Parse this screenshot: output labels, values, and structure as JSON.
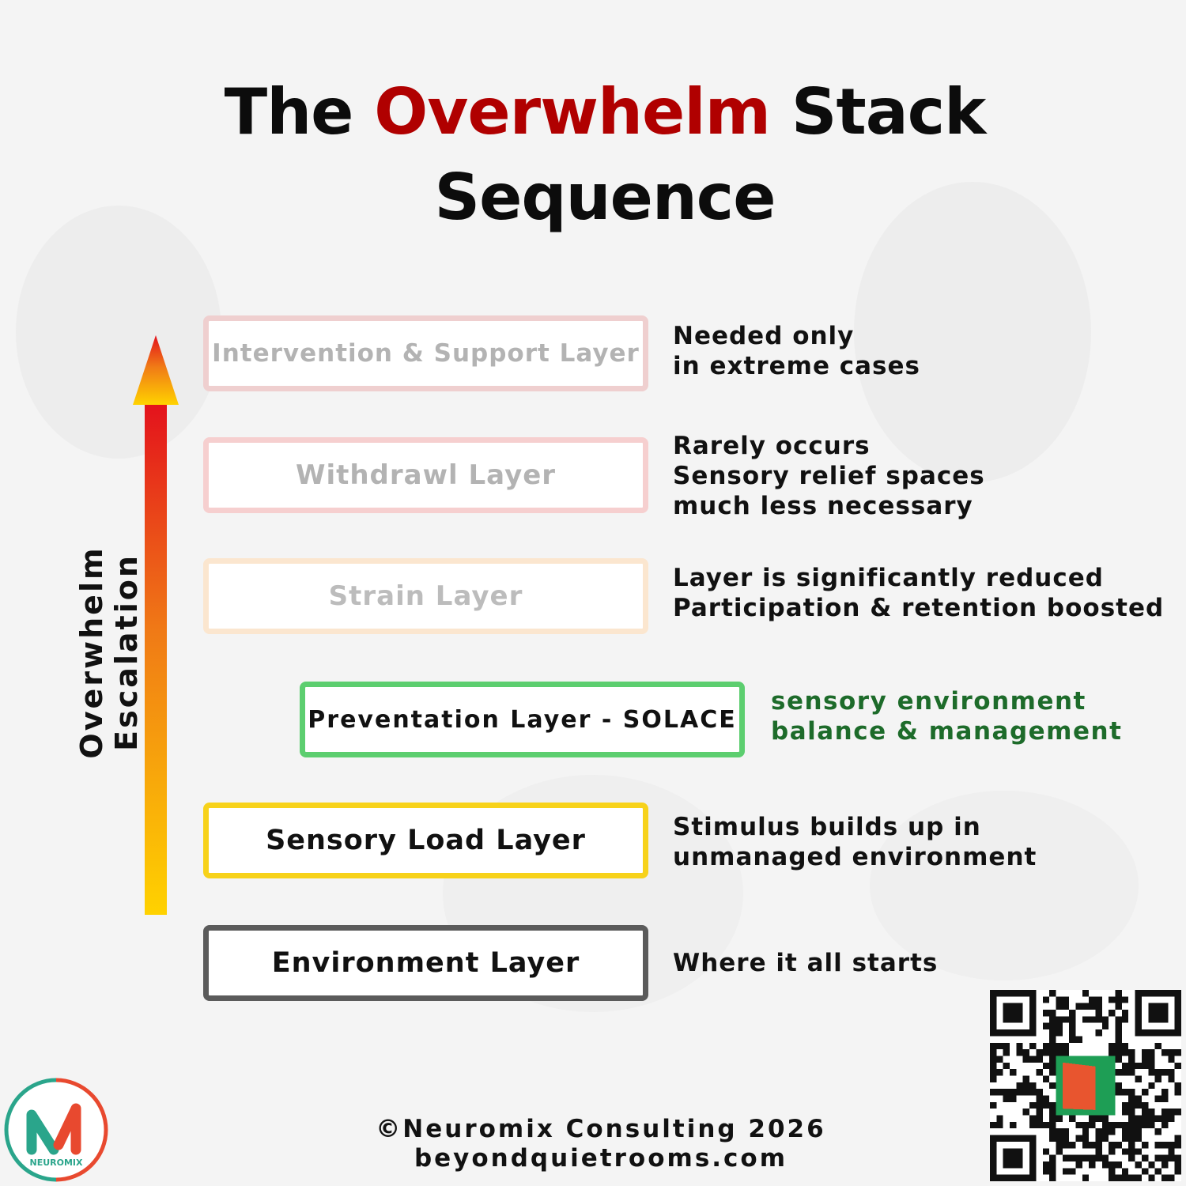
{
  "title": {
    "prefix": "The",
    "highlight": "Overwhelm",
    "suffix": "Stack",
    "line2": "Sequence"
  },
  "axis_label": {
    "line1": "Overwhelm",
    "line2": "Escalation"
  },
  "layers": [
    {
      "label": "Intervention & Support Layer",
      "border_color": "#efcfcf",
      "text_color": "#b3b3b3",
      "description": [
        "Needed only",
        "in extreme cases"
      ],
      "description_color": "#111111"
    },
    {
      "label": "Withdrawl Layer",
      "border_color": "#f6cfcf",
      "text_color": "#b3b3b3",
      "description": [
        "Rarely occurs",
        "Sensory relief spaces",
        "much less necessary"
      ],
      "description_color": "#111111"
    },
    {
      "label": "Strain Layer",
      "border_color": "#fbe6cf",
      "text_color": "#bcbcbc",
      "description": [
        "Layer is significantly reduced",
        "Participation & retention boosted"
      ],
      "description_color": "#111111"
    },
    {
      "label": "Preventation Layer - SOLACE",
      "border_color": "#5cce6f",
      "text_color": "#111111",
      "description": [
        "sensory environment",
        "balance & management"
      ],
      "description_color": "#1d6b2a"
    },
    {
      "label": "Sensory Load Layer",
      "border_color": "#f7d21a",
      "text_color": "#111111",
      "description": [
        "Stimulus builds up in",
        "unmanaged environment"
      ],
      "description_color": "#111111"
    },
    {
      "label": "Environment Layer",
      "border_color": "#5b5b5b",
      "text_color": "#111111",
      "description": [
        "Where it all starts"
      ],
      "description_color": "#111111"
    }
  ],
  "arrow_colors": {
    "top": "#e3101c",
    "middle": "#f07a16",
    "bottom": "#ffd200"
  },
  "footer": {
    "line1": "©Neuromix Consulting 2026",
    "line2": "beyondquietrooms.com"
  },
  "logo": {
    "text": "NEUROMIX",
    "ring_colors": [
      "#e8492f",
      "#2aa58b"
    ]
  }
}
